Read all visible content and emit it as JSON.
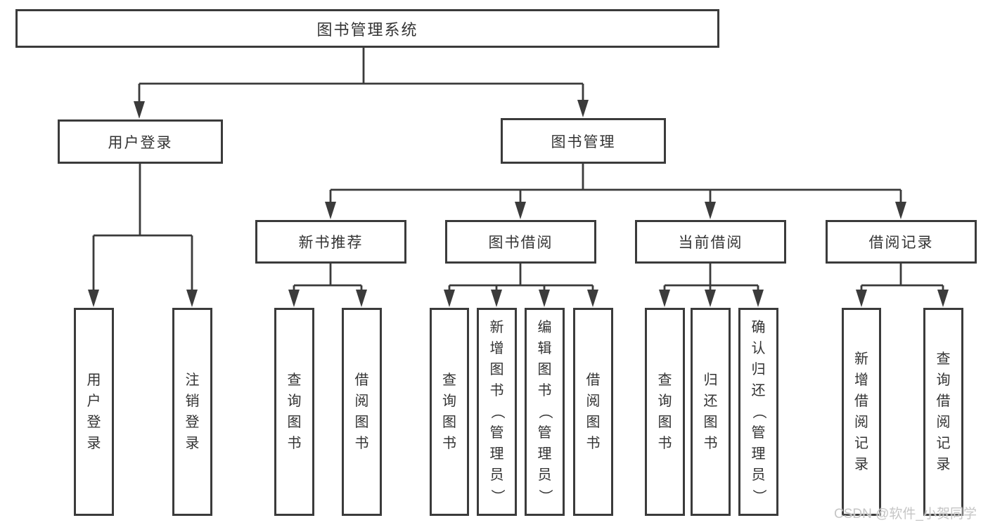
{
  "nodes": {
    "root": "图书管理系统",
    "user_login": "用户登录",
    "book_mgmt": "图书管理",
    "new_books": "新书推荐",
    "book_borrow": "图书借阅",
    "current_borrow": "当前借阅",
    "borrow_records": "借阅记录"
  },
  "leaves": {
    "login_user": "用户登录",
    "login_logout": "注销登录",
    "nb_query": "查询图书",
    "nb_borrow": "借阅图书",
    "bb_query": "查询图书",
    "bb_add": "新增图书（管理员）",
    "bb_edit": "编辑图书（管理员）",
    "bb_borrow": "借阅图书",
    "cb_query": "查询图书",
    "cb_return": "归还图书",
    "cb_confirm": "确认归还（管理员）",
    "br_add": "新增借阅记录",
    "br_query": "查询借阅记录"
  },
  "watermark": {
    "text": "CSDN @软件_小贺同学",
    "color": "#c6c6c6"
  },
  "colors": {
    "line": "#3b3b3b",
    "text": "#333333",
    "background": "#ffffff"
  }
}
